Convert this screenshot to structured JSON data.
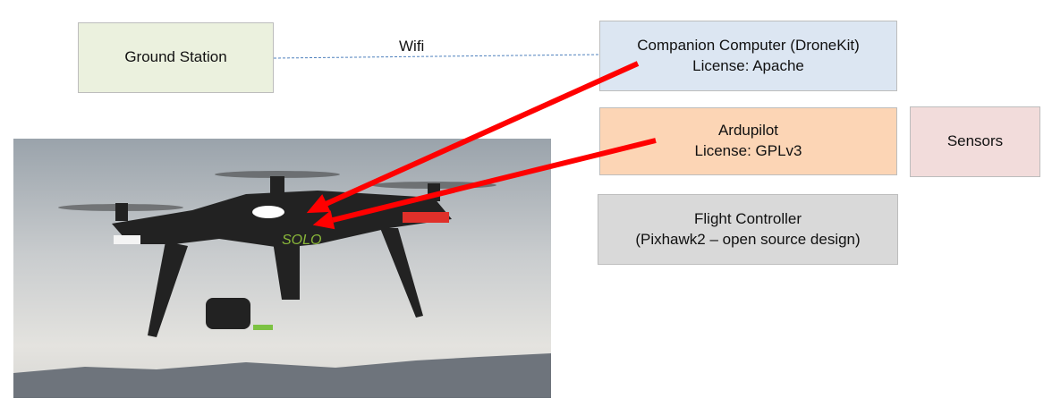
{
  "ground_station": {
    "label": "Ground Station"
  },
  "link": {
    "label": "Wifi"
  },
  "companion": {
    "title": "Companion Computer (DroneKit)",
    "license": "License: Apache"
  },
  "ardupilot": {
    "title": "Ardupilot",
    "license": "License: GPLv3"
  },
  "sensors": {
    "label": "Sensors"
  },
  "flight_controller": {
    "title": "Flight Controller",
    "subtitle": "(Pixhawk2 – open source design)"
  },
  "photo": {
    "logo_text": "SOLO"
  },
  "colors": {
    "arrow": "#ff0000",
    "wifi_line": "#4f81bd"
  }
}
